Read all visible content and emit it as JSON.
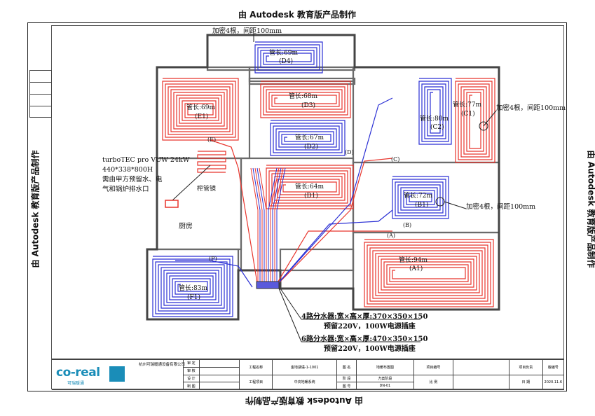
{
  "watermark": "由 Autodesk 教育版产品制作",
  "loops": [
    {
      "length": "管长:69m",
      "code": "(D4)"
    },
    {
      "length": "管长:68m",
      "code": "(D3)"
    },
    {
      "length": "管长:67m",
      "code": "(D2)"
    },
    {
      "length": "管长:64m",
      "code": "(D1)"
    },
    {
      "length": "管长:69m",
      "code": "(E1)"
    },
    {
      "length": "管长:80m",
      "code": "(C2)"
    },
    {
      "length": "管长:77m",
      "code": "(C1)"
    },
    {
      "length": "管长:72m",
      "code": "(B1)"
    },
    {
      "length": "管长:94m",
      "code": "(A1)"
    },
    {
      "length": "管长:83m",
      "code": "(F1)"
    }
  ],
  "markers": [
    "(E)",
    "(D)",
    "(C)",
    "(B)",
    "(A)",
    "(P)"
  ],
  "annotations": {
    "top": "加密4根，间距100mm",
    "right1": "加密4根，间距100mm",
    "right2": "加密4根，间距100mm",
    "boiler_line1": "turboTEC pro VUW 24kW",
    "boiler_line2": "440*338*800H",
    "boiler_line3": "需由甲方预留水、电",
    "boiler_line4": "气和锅炉排水口",
    "manifold4_line1": "4路分水器:宽×高×厚:370×350×150",
    "manifold4_line2": "预留220V，100W电源插座",
    "manifold6_line1": "6路分水器:宽×高×厚:470×350×150",
    "manifold6_line2": "预留220V，100W电源插座"
  },
  "rooms": {
    "kitchen": "厨房",
    "cabinet": "榨管镜"
  },
  "title_block": {
    "company": "杭州可瑞暖通设备有限公司",
    "logo_text": "co-real",
    "logo_sub": "可瑞暖通",
    "project_label": "工程名称",
    "project_value": "金地湖语-1-1001",
    "item_label": "工程项目",
    "item_value": "中央地暖系统",
    "drawing_label": "图 名",
    "drawing_value": "地暖布置图",
    "stage_label": "阶 段",
    "stage_value": "方案阶段",
    "number_label": "图 号",
    "number_value": "DN-01",
    "scale_label": "比 例",
    "date_label": "日 期",
    "date_value": "2020.11.6",
    "proj_no_label": "项目编号",
    "proj_lead_label": "项目负责",
    "rev_label": "版编号",
    "designer_label": "设 计",
    "checker_label": "审 核",
    "drawer_label": "制 图",
    "approver_label": "审 定"
  },
  "colors": {
    "red_loop": "#e8342c",
    "blue_loop": "#2a2fd4",
    "wall": "#6b6b6b",
    "logo": "#1a8db8"
  }
}
